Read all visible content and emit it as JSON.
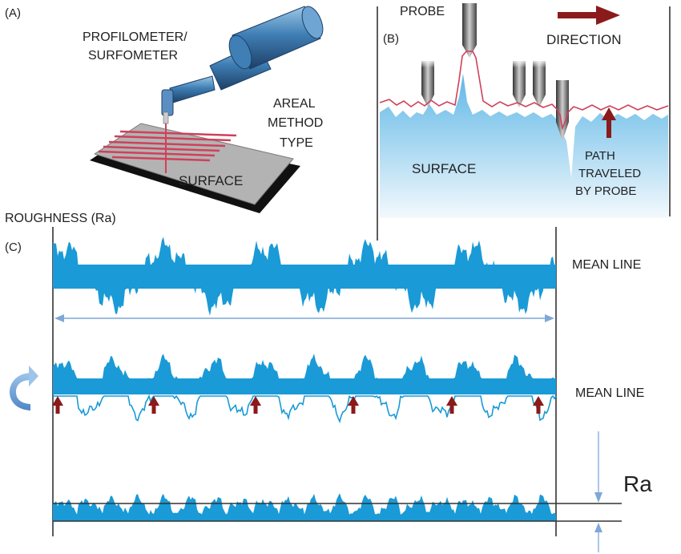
{
  "panel_a": {
    "label": "(A)",
    "device_label_1": "PROFILOMETER/",
    "device_label_2": "SURFOMETER",
    "method_label_1": "AREAL",
    "method_label_2": "METHOD",
    "method_label_3": "TYPE",
    "surface_label": "SURFACE"
  },
  "panel_b": {
    "probe_label": "PROBE",
    "label": "(B)",
    "direction_label": "DIRECTION",
    "surface_label": "SURFACE",
    "path_label_1": "PATH",
    "path_label_2": "TRAVELED",
    "path_label_3": "BY PROBE"
  },
  "panel_c": {
    "title": "ROUGHNESS (Ra)",
    "label": "(C)",
    "mean_line_1": "MEAN LINE",
    "mean_line_2": "MEAN LINE",
    "ra_label": "Ra"
  },
  "colors": {
    "surface_blue": "#1a9ad6",
    "probe_red": "#d0405a",
    "arrow_dark_red": "#8b1a1a",
    "measure_blue": "#7fa7d8"
  }
}
